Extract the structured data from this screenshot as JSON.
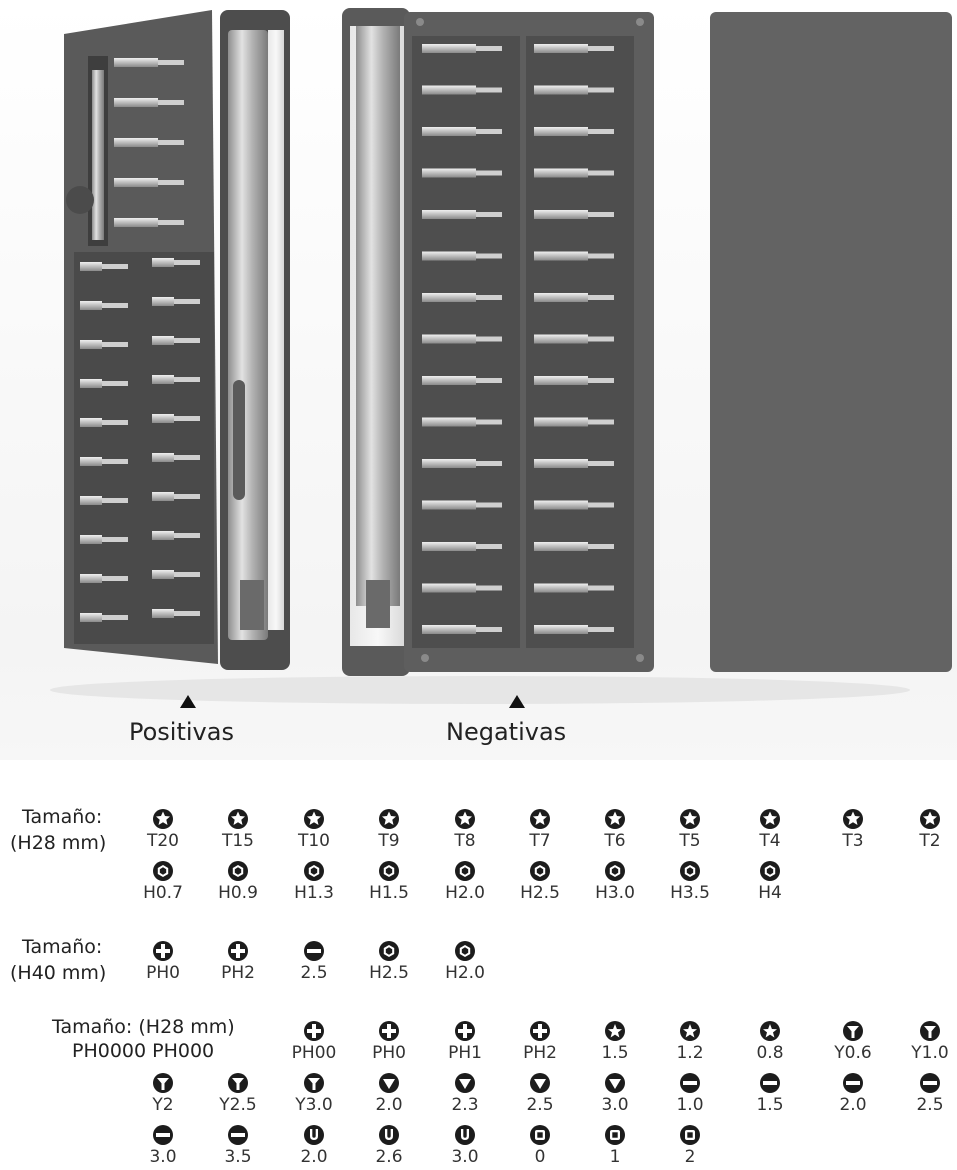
{
  "photo": {
    "label_left": "Positivas",
    "label_right": "Negativas",
    "colors": {
      "case": "#5c5c5c",
      "lid": "#636363",
      "handle": "#b9b9b9"
    }
  },
  "sections": [
    {
      "label_line1": "Tamaño:",
      "label_line2": "(H28 mm)",
      "rows": [
        [
          {
            "icon": "torx-icon",
            "text": "T20"
          },
          {
            "icon": "torx-icon",
            "text": "T15"
          },
          {
            "icon": "torx-icon",
            "text": "T10"
          },
          {
            "icon": "torx-icon",
            "text": "T9"
          },
          {
            "icon": "torx-icon",
            "text": "T8"
          },
          {
            "icon": "torx-icon",
            "text": "T7"
          },
          {
            "icon": "torx-icon",
            "text": "T6"
          },
          {
            "icon": "torx-icon",
            "text": "T5"
          },
          {
            "icon": "torx-icon",
            "text": "T4"
          },
          {
            "icon": "torx-icon",
            "text": "T3"
          },
          {
            "icon": "torx-icon",
            "text": "T2"
          }
        ],
        [
          {
            "icon": "hex-icon",
            "text": "H0.7"
          },
          {
            "icon": "hex-icon",
            "text": "H0.9"
          },
          {
            "icon": "hex-icon",
            "text": "H1.3"
          },
          {
            "icon": "hex-icon",
            "text": "H1.5"
          },
          {
            "icon": "hex-icon",
            "text": "H2.0"
          },
          {
            "icon": "hex-icon",
            "text": "H2.5"
          },
          {
            "icon": "hex-icon",
            "text": "H3.0"
          },
          {
            "icon": "hex-icon",
            "text": "H3.5"
          },
          {
            "icon": "hex-icon",
            "text": "H4"
          }
        ]
      ]
    },
    {
      "label_line1": "Tamaño:",
      "label_line2": "(H40 mm)",
      "rows": [
        [
          {
            "icon": "phillips-icon",
            "text": "PH0"
          },
          {
            "icon": "phillips-icon",
            "text": "PH2"
          },
          {
            "icon": "slotted-icon",
            "text": "2.5"
          },
          {
            "icon": "hex-icon",
            "text": "H2.5"
          },
          {
            "icon": "hex-icon",
            "text": "H2.0"
          }
        ]
      ]
    },
    {
      "label_line1": "Tamaño: (H28 mm)",
      "label_line2": "PH0000 PH000",
      "rows": [
        [
          {
            "icon": "phillips-icon",
            "text": "PH00"
          },
          {
            "icon": "phillips-icon",
            "text": "PH0"
          },
          {
            "icon": "phillips-icon",
            "text": "PH1"
          },
          {
            "icon": "phillips-icon",
            "text": "PH2"
          },
          {
            "icon": "pentalobe-icon",
            "text": "1.5"
          },
          {
            "icon": "pentalobe-icon",
            "text": "1.2"
          },
          {
            "icon": "pentalobe-icon",
            "text": "0.8"
          },
          {
            "icon": "tri-wing-icon",
            "text": "Y0.6"
          },
          {
            "icon": "tri-wing-icon",
            "text": "Y1.0"
          }
        ],
        [
          {
            "icon": "tri-wing-icon",
            "text": "Y2"
          },
          {
            "icon": "tri-wing-icon",
            "text": "Y2.5"
          },
          {
            "icon": "tri-wing-icon",
            "text": "Y3.0"
          },
          {
            "icon": "triangle-icon",
            "text": "2.0"
          },
          {
            "icon": "triangle-icon",
            "text": "2.3"
          },
          {
            "icon": "triangle-icon",
            "text": "2.5"
          },
          {
            "icon": "triangle-icon",
            "text": "3.0"
          },
          {
            "icon": "slotted-icon",
            "text": "1.0"
          },
          {
            "icon": "slotted-icon",
            "text": "1.5"
          },
          {
            "icon": "slotted-icon",
            "text": "2.0"
          },
          {
            "icon": "slotted-icon",
            "text": "2.5"
          }
        ],
        [
          {
            "icon": "slotted-icon",
            "text": "3.0"
          },
          {
            "icon": "slotted-icon",
            "text": "3.5"
          },
          {
            "icon": "u-shape-icon",
            "text": "2.0"
          },
          {
            "icon": "u-shape-icon",
            "text": "2.6"
          },
          {
            "icon": "u-shape-icon",
            "text": "3.0"
          },
          {
            "icon": "square-icon",
            "text": "0"
          },
          {
            "icon": "square-icon",
            "text": "1"
          },
          {
            "icon": "square-icon",
            "text": "2"
          }
        ]
      ]
    }
  ]
}
